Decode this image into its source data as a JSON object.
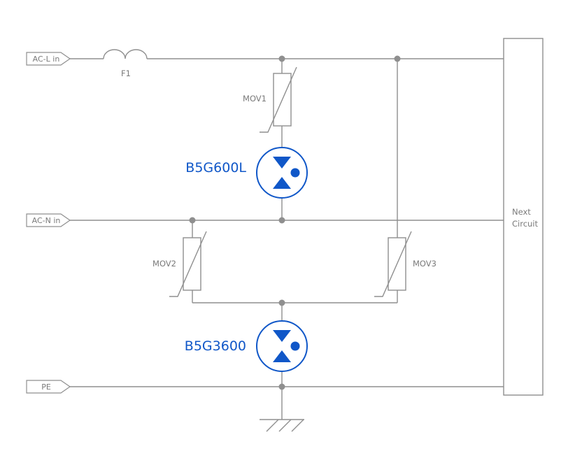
{
  "colors": {
    "line": "#8f8f8f",
    "text": "#7a7a7a",
    "accent_blue": "#1057c8",
    "background": "#ffffff"
  },
  "terminals": {
    "ac_l": "AC-L in",
    "ac_n": "AC-N in",
    "pe": "PE"
  },
  "components": {
    "fuse": "F1",
    "mov1": "MOV1",
    "mov2": "MOV2",
    "mov3": "MOV3",
    "gdt1": "B5G600L",
    "gdt2": "B5G3600"
  },
  "next_circuit": {
    "line1": "Next",
    "line2": "Circuit"
  }
}
